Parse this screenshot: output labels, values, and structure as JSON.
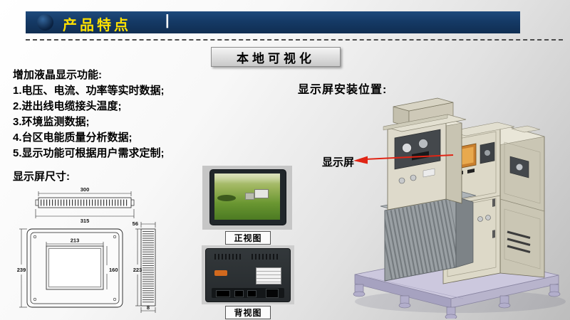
{
  "header": {
    "title": "产品特点",
    "divider": "|"
  },
  "section": {
    "title": "本地可视化"
  },
  "features": {
    "heading": "增加液晶显示功能:",
    "items": [
      "1.电压、电流、功率等实时数据;",
      "2.进出线电缆接头温度;",
      "3.环境监测数据;",
      "4.台区电能质量分析数据;",
      "5.显示功能可根据用户需求定制;"
    ],
    "size_heading": "显示屏尺寸:"
  },
  "drawing": {
    "dim_300": "300",
    "dim_315": "315",
    "dim_56": "56",
    "dim_213": "213",
    "dim_160": "160",
    "dim_239": "239",
    "dim_223": "223",
    "dim_8": "8"
  },
  "views": {
    "front": "正视图",
    "back": "背视图"
  },
  "install": {
    "heading": "显示屏安装位置:",
    "callout": "显示屏"
  },
  "colors": {
    "header_bar": "#14365e",
    "title_yellow": "#ffe100",
    "arrow_red": "#e02515",
    "screen_orange": "#d98c35",
    "base_lavender": "#ccc8de",
    "cabinet_beige": "#ddd9c8"
  }
}
